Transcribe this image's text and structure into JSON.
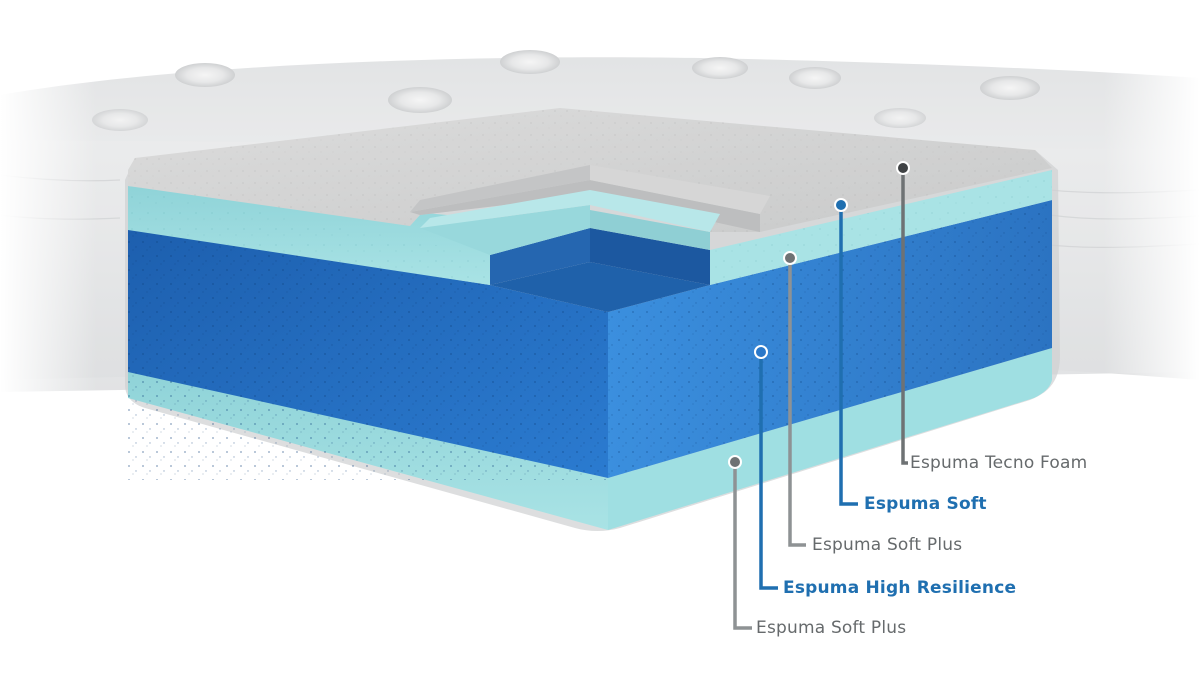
{
  "colors": {
    "tecno_foam": "#cfd0d0",
    "soft": "#a3e2e3",
    "high_resilience": "#2a78c9",
    "callout_gray": "#6e7274",
    "callout_blue": "#1f6fb0"
  },
  "layers": [
    {
      "label": "Espuma Tecno Foam",
      "tone": "gray"
    },
    {
      "label": "Espuma Soft",
      "tone": "blue"
    },
    {
      "label": "Espuma Soft Plus",
      "tone": "gray"
    },
    {
      "label": "Espuma High Resilience",
      "tone": "blue"
    },
    {
      "label": "Espuma Soft Plus",
      "tone": "gray"
    }
  ]
}
